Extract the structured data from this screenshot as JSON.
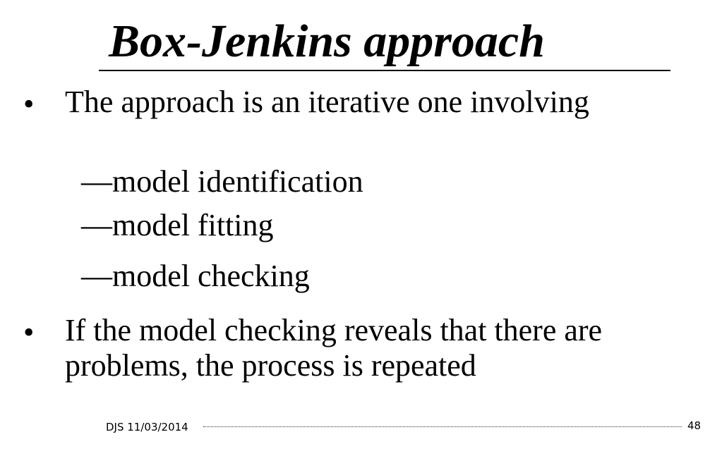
{
  "slide": {
    "title": "Box-Jenkins approach",
    "bullets": [
      {
        "marker": "•",
        "text": "The approach is an iterative one involving",
        "subitems": [
          {
            "marker": "—",
            "text": "model identification"
          },
          {
            "marker": "—",
            "text": "model fitting"
          },
          {
            "marker": "—",
            "text": "model checking"
          }
        ]
      },
      {
        "marker": "•",
        "text": "If the model checking reveals that there are problems, the process is repeated"
      }
    ],
    "footer": {
      "date": "DJS 11/03/2014",
      "page_number": "48"
    }
  }
}
